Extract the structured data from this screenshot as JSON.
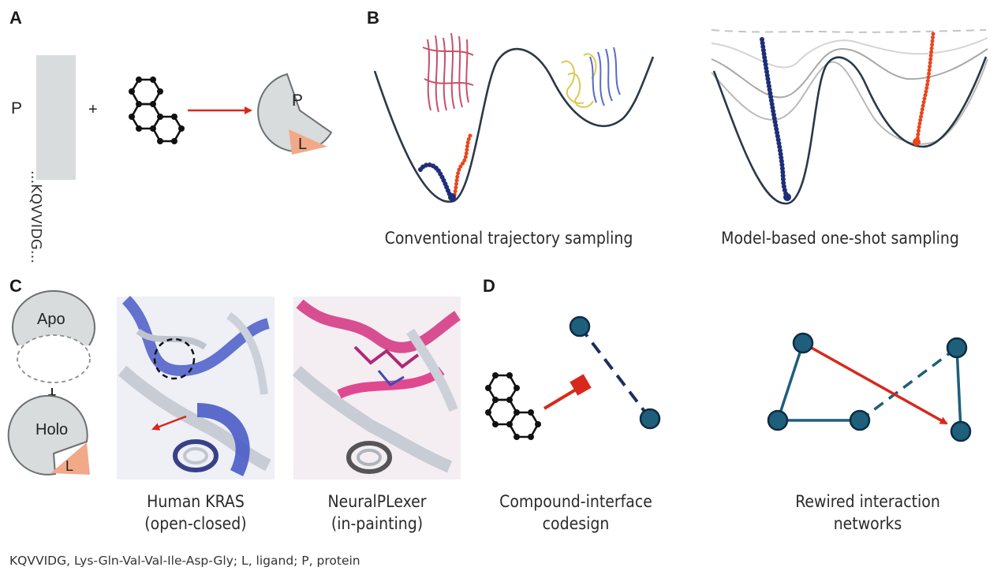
{
  "panels": {
    "a": {
      "letter": "A",
      "protein_label": "P",
      "sequence": "...KQVVIDG...",
      "plus": "+",
      "complex_protein": "P",
      "complex_ligand": "L"
    },
    "b": {
      "letter": "B",
      "caption_left": "Conventional trajectory sampling",
      "caption_right": "Model-based one-shot sampling"
    },
    "c": {
      "letter": "C",
      "apo": "Apo",
      "holo": "Holo",
      "ligand": "L",
      "caption_kras_1": "Human KRAS",
      "caption_kras_2": "(open-closed)",
      "caption_neural_1": "NeuralPLexer",
      "caption_neural_2": "(in-painting)"
    },
    "d": {
      "letter": "D",
      "caption_left_1": "Compound-interface",
      "caption_left_2": "codesign",
      "caption_right_1": "Rewired interaction",
      "caption_right_2": "networks"
    }
  },
  "footnote": "KQVVIDG, Lys-Gln-Val-Val-Ile-Asp-Gly; L, ligand; P, protein",
  "colors": {
    "red": "#d8281c",
    "navy": "#1e2e78",
    "orange": "#e8461e",
    "teal": "#1e5f7c",
    "gray_fill": "#d9dcdc",
    "salmon": "#f2a98a",
    "dark": "#2a3848"
  }
}
